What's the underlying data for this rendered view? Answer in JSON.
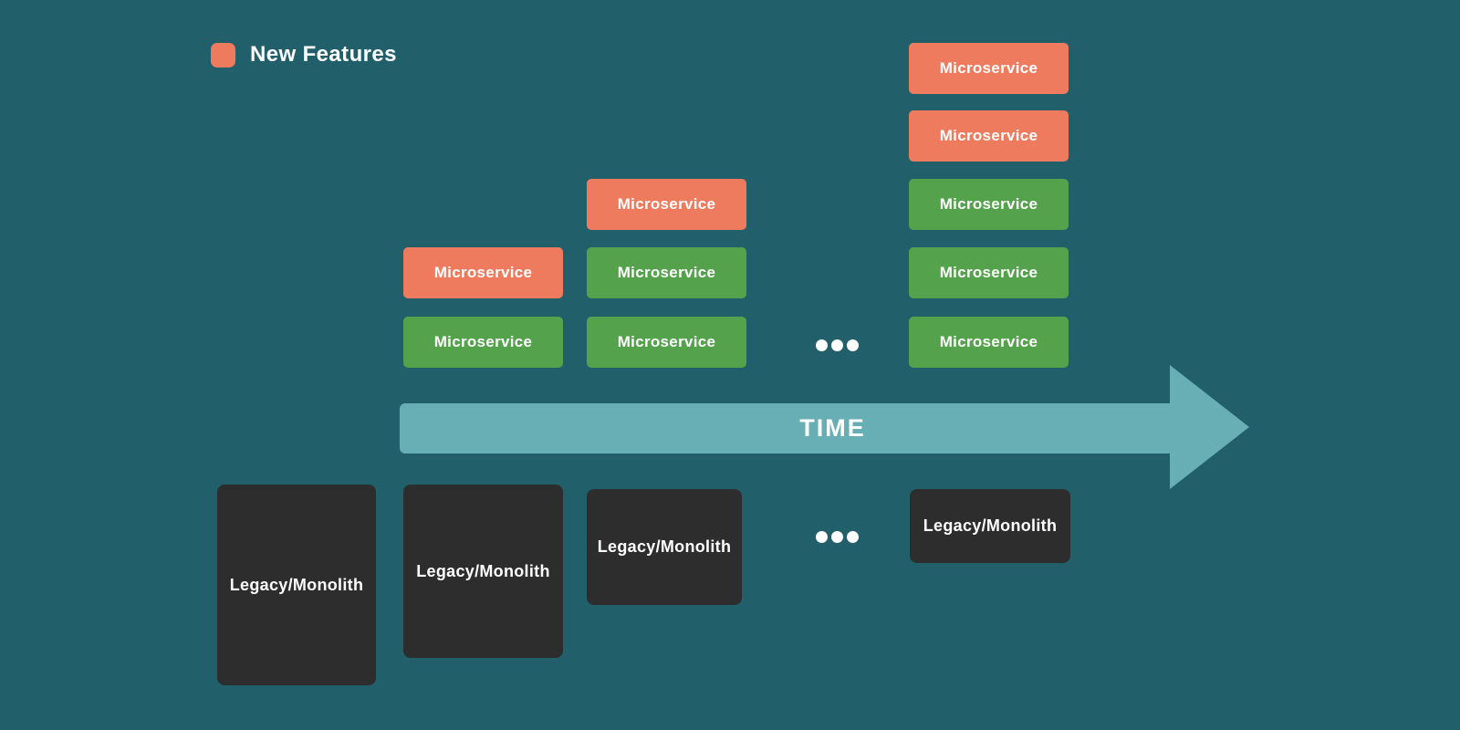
{
  "legend": {
    "label": "New Features",
    "swatch_color": "#EE7B5E"
  },
  "colors": {
    "background": "#215F6A",
    "new_feature": "#EE7B5E",
    "migrated_feature": "#54A24C",
    "arrow": "#68AFB5",
    "legacy_box": "#2D2D2D",
    "label_text": "#FFFFFF"
  },
  "timeline": {
    "label": "TIME"
  },
  "microservices": {
    "box_label": "Microservice",
    "columns": [
      {
        "boxes": [
          "new",
          "migrated"
        ]
      },
      {
        "boxes": [
          "new",
          "migrated",
          "migrated"
        ]
      },
      {
        "boxes": [
          "new",
          "new",
          "migrated",
          "migrated",
          "migrated"
        ]
      }
    ]
  },
  "legacy": {
    "box_label": "Legacy/Monolith",
    "box_count": 4
  },
  "ellipsis": {
    "upper_dot_count": 3,
    "lower_dot_count": 3
  }
}
